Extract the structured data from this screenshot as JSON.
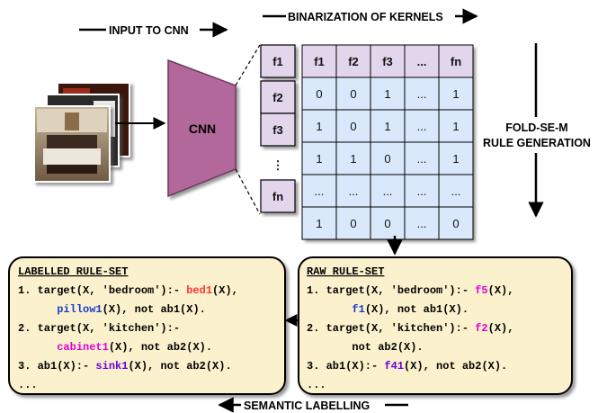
{
  "labels": {
    "input": "INPUT TO CNN",
    "binarization": "BINARIZATION OF KERNELS",
    "cnn": "CNN",
    "foldsem_line1": "FOLD-SE-M",
    "foldsem_line2": "RULE GENERATION",
    "semantic": "SEMANTIC LABELLING"
  },
  "filters": [
    "f1",
    "f2",
    "f3",
    "⋮",
    "fn"
  ],
  "table": {
    "headers": [
      "f1",
      "f2",
      "f3",
      "...",
      "fn"
    ],
    "rows": [
      [
        "0",
        "0",
        "1",
        "...",
        "1"
      ],
      [
        "1",
        "0",
        "1",
        "...",
        "1"
      ],
      [
        "1",
        "1",
        "0",
        "...",
        "1"
      ],
      [
        "...",
        "...",
        "...",
        "...",
        "..."
      ],
      [
        "1",
        "0",
        "0",
        "...",
        "0"
      ]
    ]
  },
  "colors": {
    "cnn_fill": "#b2679a",
    "filter_fill": "#e3d6ec",
    "table_header": "#e3d6ec",
    "table_cell": "#d9e8fb",
    "ruleset_fill": "#fbf1cd",
    "red": "#ff3333",
    "blue": "#1a3ccc",
    "magenta": "#e000d0",
    "purple": "#6b00d8"
  },
  "labelled": {
    "title": "LABELLED RULE-SET",
    "lines": [
      [
        {
          "t": "1. target(X, 'bedroom'):- "
        },
        {
          "t": "bed1",
          "c": "red"
        },
        {
          "t": "(X),"
        }
      ],
      [
        {
          "t": "      "
        },
        {
          "t": "pillow1",
          "c": "blue"
        },
        {
          "t": "(X), not ab1(X)."
        }
      ],
      [
        {
          "t": "2. target(X, 'kitchen'):-"
        }
      ],
      [
        {
          "t": "      "
        },
        {
          "t": "cabinet1",
          "c": "magenta"
        },
        {
          "t": "(X), not ab2(X)."
        }
      ],
      [
        {
          "t": "3. ab1(X):- "
        },
        {
          "t": "sink1",
          "c": "purple"
        },
        {
          "t": "(X), not ab2(X)."
        }
      ],
      [
        {
          "t": "..."
        }
      ]
    ]
  },
  "raw": {
    "title": "RAW RULE-SET",
    "lines": [
      [
        {
          "t": "1. target(X, 'bedroom'):- "
        },
        {
          "t": "f5",
          "c": "magenta"
        },
        {
          "t": "(X),"
        }
      ],
      [
        {
          "t": "       "
        },
        {
          "t": "f1",
          "c": "blue"
        },
        {
          "t": "(X), not ab1(X)."
        }
      ],
      [
        {
          "t": "2. target(X, 'kitchen'):- "
        },
        {
          "t": "f2",
          "c": "magenta"
        },
        {
          "t": "(X),"
        }
      ],
      [
        {
          "t": "       not ab2(X)."
        }
      ],
      [
        {
          "t": "3. ab1(X):- "
        },
        {
          "t": "f41",
          "c": "purple"
        },
        {
          "t": "(X), not ab2(X)."
        }
      ],
      [
        {
          "t": "..."
        }
      ]
    ]
  }
}
